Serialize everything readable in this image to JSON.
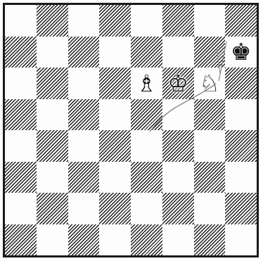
{
  "board": {
    "pieces": [
      {
        "square": "h7",
        "symbol": "♚",
        "name": "black-king"
      },
      {
        "square": "e6",
        "symbol": "♗",
        "name": "white-bishop"
      },
      {
        "square": "f6",
        "symbol": "♔",
        "name": "white-king"
      },
      {
        "square": "g6",
        "symbol": "♘",
        "name": "white-knight"
      }
    ],
    "colors": {
      "dark_hatch": "#1e1e1e",
      "light": "#fdfdfd",
      "border": "#1a1a1a",
      "annotation_line": "#8a8a8a"
    }
  }
}
